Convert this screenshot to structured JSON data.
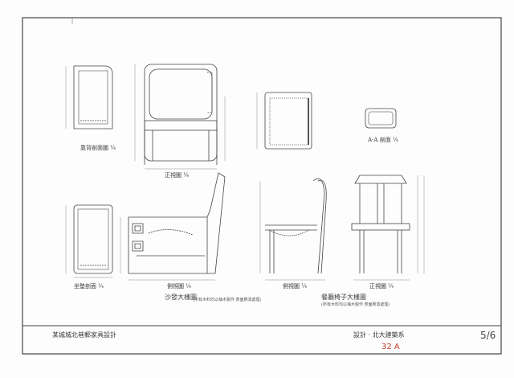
{
  "drawings": {
    "sofa_top_section": {
      "label": "靠背剖面圖",
      "scale": "¼"
    },
    "sofa_front_view": {
      "label": "正視圖",
      "scale": "¼"
    },
    "sofa_side_section": {
      "label": "坐墊剖面",
      "scale": "¼"
    },
    "sofa_side_view": {
      "label": "側視圖",
      "scale": "¼"
    },
    "sofa_title": {
      "label": "沙發大樣圖",
      "note": "(所有木料均以柚木製作 表面刷漆處理)"
    },
    "cushion_top": {
      "label": "A-A 剖面",
      "scale": "¼"
    },
    "chair_side_view": {
      "label": "側視圖",
      "scale": "¼"
    },
    "chair_front_view": {
      "label": "正視圖",
      "scale": "¼"
    },
    "chair_title": {
      "label": "餐廳椅子大樣圖",
      "note": "(所有木料均以柚木製作 表面刷漆處理)"
    }
  },
  "title_block": {
    "project": "某城城北巷郵家具設計",
    "designer": "設計 · 北大建築系"
  },
  "handwritten_mark": "32 A",
  "page_number": "5/6"
}
